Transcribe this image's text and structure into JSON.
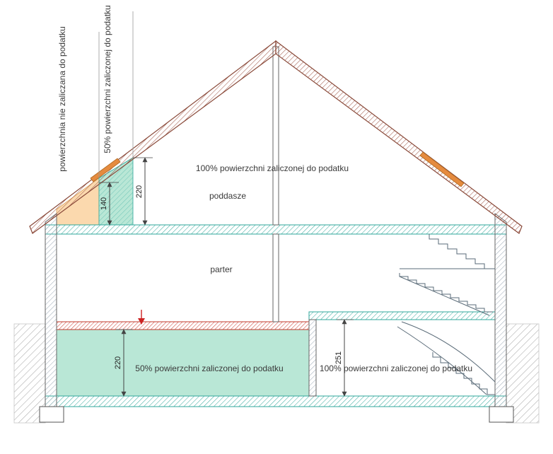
{
  "drawing": {
    "type": "house-cross-section-tax-area-diagram",
    "labels": {
      "left_rotated_no_tax": "powierzchnia nie zaliczana do podatku",
      "left_rotated_50": "50% powierzchni zaliczonej do podatku",
      "attic_tax": "100% powierzchni zaliczonej do podatku",
      "attic_name": "poddasze",
      "ground_floor_name": "parter",
      "basement_50": "50% powierzchni zaliczonej do podatku",
      "basement_100": "100% powierzchni zaliczonej do podatku"
    },
    "dimensions": {
      "attic_knee_height": "140",
      "attic_full_height": "220",
      "basement_left_height": "220",
      "basement_right_height": "251"
    },
    "colors": {
      "taxed_area_fill": "#b9e7d6",
      "untaxed_area_fill": "#fbd9ae",
      "roof_hatch": "#9b4f3f",
      "slab_teal": "#2fa79b",
      "slab_red": "#cc3b2f",
      "skylight_orange": "#e58b3f",
      "wall_hatch": "#9aa7b5",
      "ground_hatch": "#b0b0b0",
      "marker_red": "#cc2222"
    }
  }
}
